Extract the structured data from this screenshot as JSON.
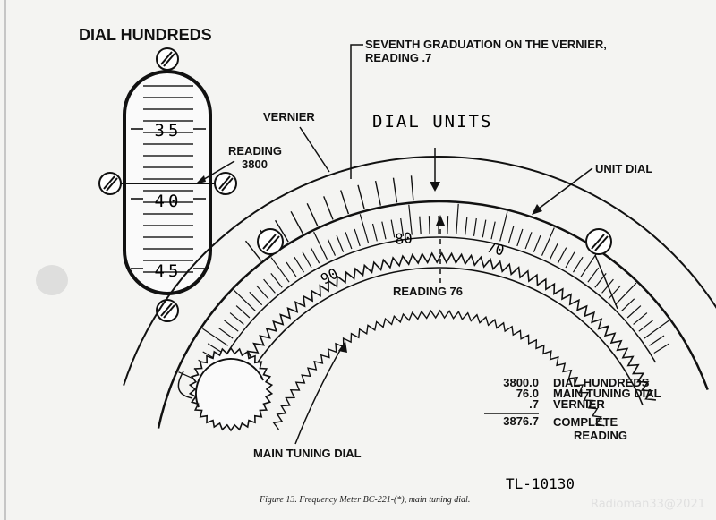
{
  "labels": {
    "dial_hundreds": "DIAL HUNDREDS",
    "seventh_graduation_line1": "SEVENTH GRADUATION ON THE VERNIER,",
    "seventh_graduation_line2": "READING .7",
    "vernier": "VERNIER",
    "dial_units": "DIAL UNITS",
    "unit_dial": "UNIT DIAL",
    "reading_3800_line1": "READING",
    "reading_3800_line2": "3800",
    "reading_76": "READING 76",
    "main_tuning_dial": "MAIN TUNING DIAL",
    "figure_id": "TL-10130"
  },
  "hundreds_drum": {
    "numbers": [
      "35",
      "40",
      "45"
    ]
  },
  "unit_dial_numbers": [
    "90",
    "80",
    "70"
  ],
  "reading_table": {
    "rows": [
      {
        "value": "3800.0",
        "label": "DIAL HUNDREDS"
      },
      {
        "value": "76.0",
        "label": "MAIN TUNING DIAL"
      },
      {
        "value": ".7",
        "label": "VERNIER"
      }
    ],
    "total": {
      "value": "3876.7",
      "label_line1": "COMPLETE",
      "label_line2": "READING"
    }
  },
  "caption": "Figure 13.   Frequency Meter BC-221-(*), main tuning dial.",
  "watermark": "Radioman33@2021"
}
